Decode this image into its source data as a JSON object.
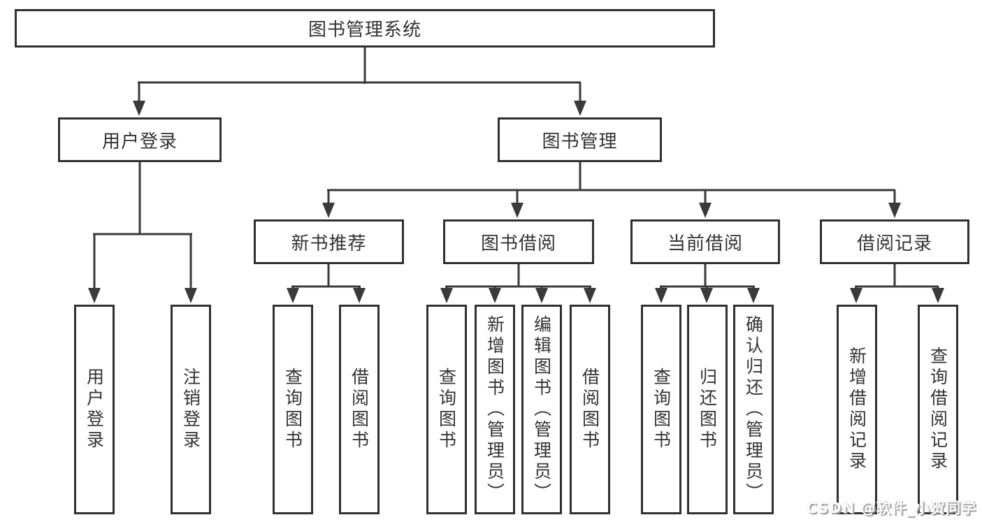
{
  "diagram": {
    "root": {
      "label": "图书管理系统"
    },
    "level2": [
      {
        "label": "用户登录"
      },
      {
        "label": "图书管理"
      }
    ],
    "level3": [
      {
        "label": "新书推荐"
      },
      {
        "label": "图书借阅"
      },
      {
        "label": "当前借阅"
      },
      {
        "label": "借阅记录"
      }
    ],
    "leaves": {
      "user_login": [
        "用户登录",
        "注销登录"
      ],
      "new_books": [
        "查询图书",
        "借阅图书"
      ],
      "book_borrow": [
        "查询图书",
        "新增图书（管理员）",
        "编辑图书（管理员）",
        "借阅图书"
      ],
      "current_borrow": [
        "查询图书",
        "归还图书",
        "确认归还（管理员）"
      ],
      "borrow_records": [
        "新增借阅记录",
        "查询借阅记录"
      ]
    },
    "line_color": "#3a3a3a",
    "border_color": "#303030",
    "text_color": "#333333"
  },
  "watermark": {
    "text": "CSDN @软件_小贺同学"
  }
}
